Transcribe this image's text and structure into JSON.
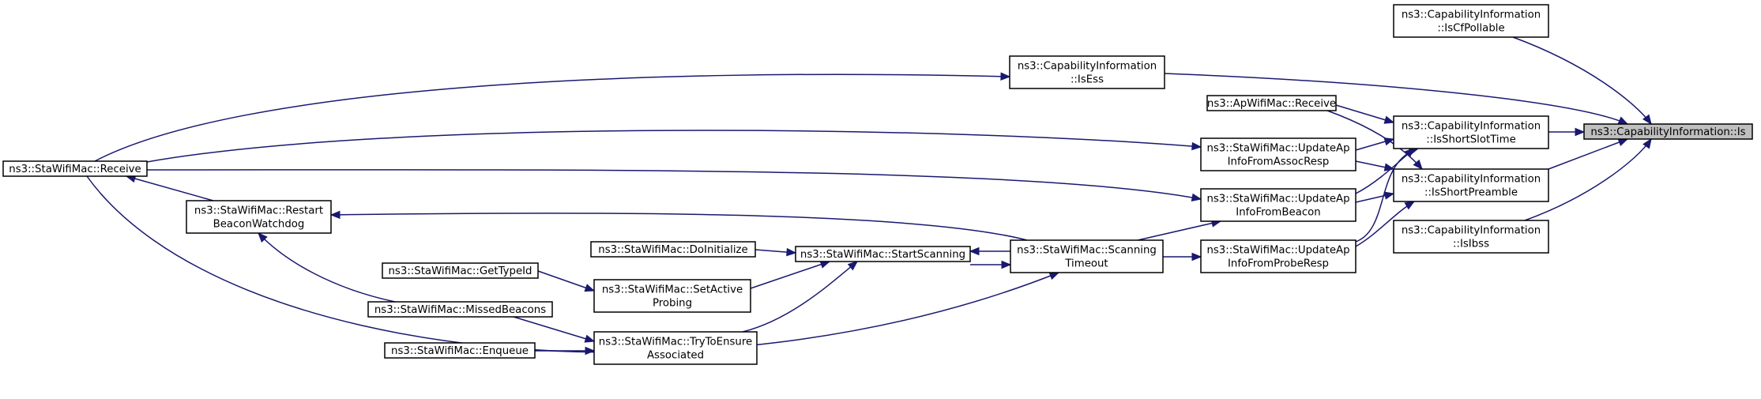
{
  "diagram": {
    "title": "",
    "edge_color": "#191970",
    "highlight_fill": "#bfbfbf",
    "nodes": [
      {
        "id": "is",
        "lines": [
          "ns3::CapabilityInformation::Is"
        ],
        "highlight": true
      },
      {
        "id": "iscfpollable",
        "lines": [
          "ns3::CapabilityInformation",
          "::IsCfPollable"
        ]
      },
      {
        "id": "isess",
        "lines": [
          "ns3::CapabilityInformation",
          "::IsEss"
        ]
      },
      {
        "id": "apreceive",
        "lines": [
          "ns3::ApWifiMac::Receive"
        ]
      },
      {
        "id": "isshortslottime",
        "lines": [
          "ns3::CapabilityInformation",
          "::IsShortSlotTime"
        ]
      },
      {
        "id": "updateassoc",
        "lines": [
          "ns3::StaWifiMac::UpdateAp",
          "InfoFromAssocResp"
        ]
      },
      {
        "id": "isshortpreamble",
        "lines": [
          "ns3::CapabilityInformation",
          "::IsShortPreamble"
        ]
      },
      {
        "id": "updatebeacon",
        "lines": [
          "ns3::StaWifiMac::UpdateAp",
          "InfoFromBeacon"
        ]
      },
      {
        "id": "isibss",
        "lines": [
          "ns3::CapabilityInformation",
          "::IsIbss"
        ]
      },
      {
        "id": "updateprobe",
        "lines": [
          "ns3::StaWifiMac::UpdateAp",
          "InfoFromProbeResp"
        ]
      },
      {
        "id": "scanningtimeout",
        "lines": [
          "ns3::StaWifiMac::Scanning",
          "Timeout"
        ]
      },
      {
        "id": "stareceive",
        "lines": [
          "ns3::StaWifiMac::Receive"
        ]
      },
      {
        "id": "restart",
        "lines": [
          "ns3::StaWifiMac::Restart",
          "BeaconWatchdog"
        ]
      },
      {
        "id": "doinitialize",
        "lines": [
          "ns3::StaWifiMac::DoInitialize"
        ]
      },
      {
        "id": "startscanning",
        "lines": [
          "ns3::StaWifiMac::StartScanning"
        ]
      },
      {
        "id": "gettypeid",
        "lines": [
          "ns3::StaWifiMac::GetTypeId"
        ]
      },
      {
        "id": "setactive",
        "lines": [
          "ns3::StaWifiMac::SetActive",
          "Probing"
        ]
      },
      {
        "id": "missedbeacons",
        "lines": [
          "ns3::StaWifiMac::MissedBeacons"
        ]
      },
      {
        "id": "enqueue",
        "lines": [
          "ns3::StaWifiMac::Enqueue"
        ]
      },
      {
        "id": "trytoensure",
        "lines": [
          "ns3::StaWifiMac::TryToEnsure",
          "Associated"
        ]
      }
    ],
    "edges": [
      {
        "from": "iscfpollable",
        "to": "is"
      },
      {
        "from": "isess",
        "to": "is"
      },
      {
        "from": "isshortslottime",
        "to": "is"
      },
      {
        "from": "isshortpreamble",
        "to": "is"
      },
      {
        "from": "isibss",
        "to": "is"
      },
      {
        "from": "stareceive",
        "to": "isess"
      },
      {
        "from": "apreceive",
        "to": "isshortslottime"
      },
      {
        "from": "updateassoc",
        "to": "isshortslottime"
      },
      {
        "from": "updatebeacon",
        "to": "isshortslottime"
      },
      {
        "from": "updateprobe",
        "to": "isshortslottime"
      },
      {
        "from": "apreceive",
        "to": "isshortpreamble"
      },
      {
        "from": "updateassoc",
        "to": "isshortpreamble"
      },
      {
        "from": "updatebeacon",
        "to": "isshortpreamble"
      },
      {
        "from": "updateprobe",
        "to": "isshortpreamble"
      },
      {
        "from": "stareceive",
        "to": "updateassoc"
      },
      {
        "from": "stareceive",
        "to": "updatebeacon"
      },
      {
        "from": "scanningtimeout",
        "to": "updatebeacon"
      },
      {
        "from": "scanningtimeout",
        "to": "updateprobe"
      },
      {
        "from": "scanningtimeout",
        "to": "restart"
      },
      {
        "from": "scanningtimeout",
        "to": "startscanning"
      },
      {
        "from": "startscanning",
        "to": "scanningtimeout"
      },
      {
        "from": "stareceive",
        "to": "scanningtimeout"
      },
      {
        "from": "restart",
        "to": "stareceive"
      },
      {
        "from": "missedbeacons",
        "to": "restart"
      },
      {
        "from": "doinitialize",
        "to": "startscanning"
      },
      {
        "from": "setactive",
        "to": "startscanning"
      },
      {
        "from": "trytoensure",
        "to": "startscanning"
      },
      {
        "from": "gettypeid",
        "to": "setactive"
      },
      {
        "from": "missedbeacons",
        "to": "trytoensure"
      },
      {
        "from": "enqueue",
        "to": "trytoensure"
      }
    ]
  }
}
